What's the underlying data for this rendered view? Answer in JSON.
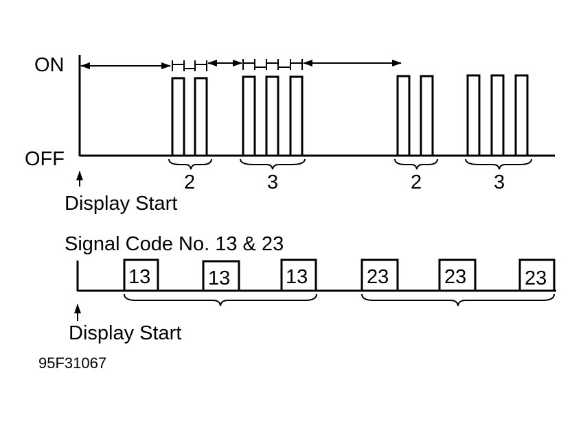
{
  "top_chart": {
    "on_label": "ON",
    "off_label": "OFF",
    "display_start": "Display Start",
    "groups": [
      {
        "digit": "2",
        "pulses": 2
      },
      {
        "digit": "3",
        "pulses": 3
      },
      {
        "digit": "2",
        "pulses": 2
      },
      {
        "digit": "3",
        "pulses": 3
      }
    ]
  },
  "bottom_chart": {
    "title": "Signal Code No. 13 & 23",
    "display_start": "Display Start",
    "codes": [
      "13",
      "13",
      "13",
      "23",
      "23",
      "23"
    ]
  },
  "figure_id": "95F31067"
}
